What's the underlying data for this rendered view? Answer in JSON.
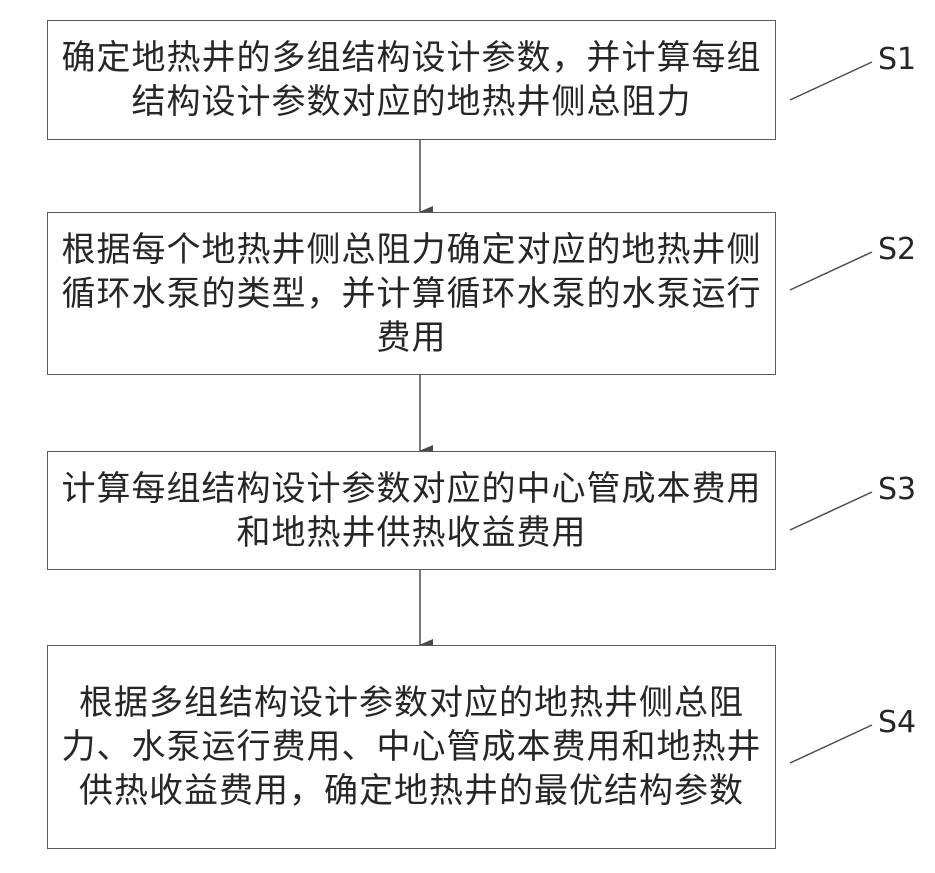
{
  "steps": [
    {
      "id": "S1",
      "text": "确定地热井的多组结构设计参数，并计算每组结构设计参数对应的地热井侧总阻力"
    },
    {
      "id": "S2",
      "text": "根据每个地热井侧总阻力确定对应的地热井侧循环水泵的类型，并计算循环水泵的水泵运行费用"
    },
    {
      "id": "S3",
      "text": "计算每组结构设计参数对应的中心管成本费用和地热井供热收益费用"
    },
    {
      "id": "S4",
      "text": "根据多组结构设计参数对应的地热井侧总阻力、水泵运行费用、中心管成本费用和地热井供热收益费用，确定地热井的最优结构参数"
    }
  ]
}
